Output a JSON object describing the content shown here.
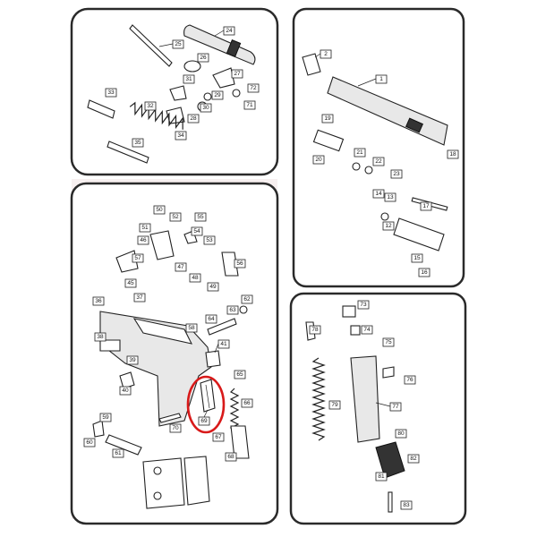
{
  "colors": {
    "frame": "#2a2a2a",
    "highlight": "#d81a1a",
    "ink": "#222222"
  },
  "panels": {
    "top_left": {
      "parts": [
        "24",
        "25",
        "26",
        "27",
        "28",
        "29",
        "30",
        "31",
        "32",
        "33",
        "34",
        "35",
        "71",
        "72"
      ]
    },
    "top_right": {
      "parts": [
        "1",
        "2",
        "12",
        "13",
        "14",
        "15",
        "16",
        "17",
        "18",
        "19",
        "20",
        "21",
        "22",
        "23"
      ]
    },
    "bottom_left": {
      "parts": [
        "36",
        "37",
        "38",
        "39",
        "40",
        "41",
        "45",
        "46",
        "47",
        "48",
        "49",
        "50",
        "51",
        "52",
        "53",
        "54",
        "55",
        "56",
        "57",
        "58",
        "59",
        "60",
        "61",
        "62",
        "63",
        "64",
        "65",
        "66",
        "67",
        "68",
        "69",
        "70"
      ]
    },
    "bottom_right": {
      "parts": [
        "73",
        "74",
        "75",
        "76",
        "77",
        "78",
        "79",
        "80",
        "81",
        "82",
        "83"
      ]
    }
  },
  "highlighted_part": "69"
}
